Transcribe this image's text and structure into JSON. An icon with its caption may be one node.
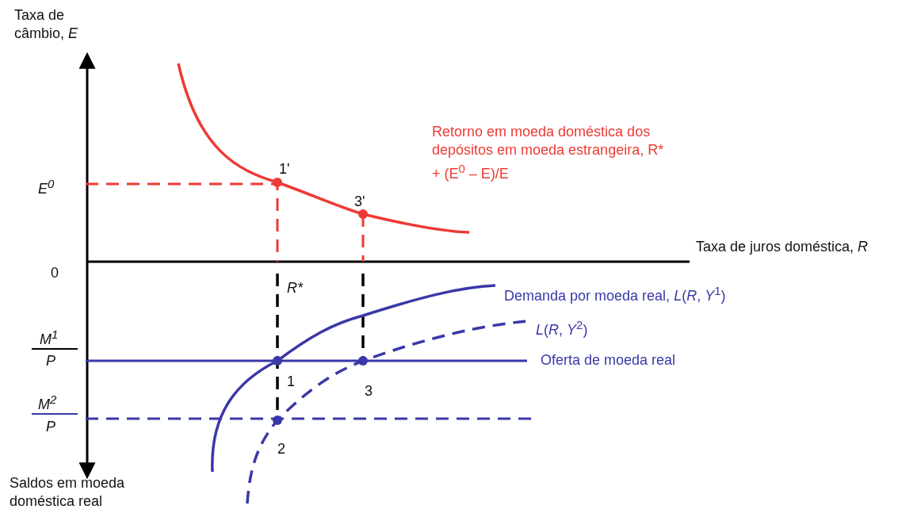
{
  "diagram": {
    "labels": [
      "Taxa de câmbio, *E*",
      "Retorno em moeda doméstica dos depósitos em moeda estrangeira, R* + (E$^{0}$ – E)/E",
      "1'",
      "E$^{0}$",
      "3'",
      "Taxa de juros doméstica, *R*",
      "0",
      "R*",
      "Demanda por moeda real, *L*(*R*, *Y*$^{1}$)",
      "*L*(*R*, *Y*$^{2}$)",
      "M$^{1}$",
      "P",
      "Oferta de moeda real",
      "1",
      "3",
      "M$^{2}$",
      "P",
      "2",
      "Saldos em moeda doméstica real"
    ]
  }
}
